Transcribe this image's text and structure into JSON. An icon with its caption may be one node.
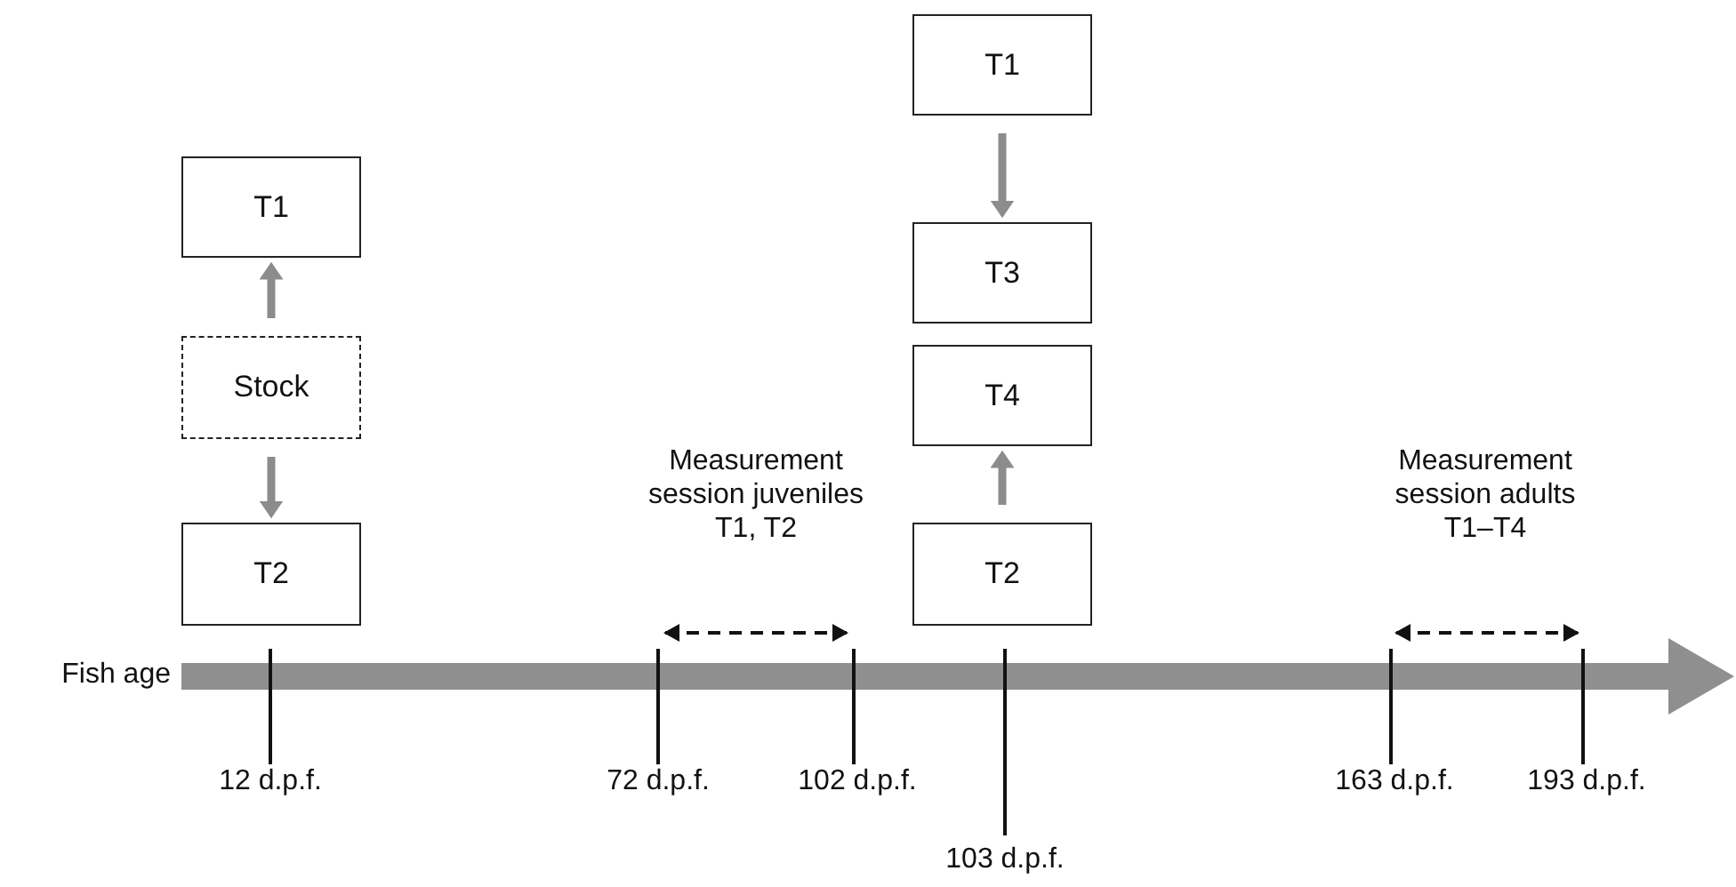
{
  "diagram": {
    "nodes": [
      {
        "text": [
          "T1"
        ]
      },
      {
        "text": [
          "Stock"
        ]
      },
      {
        "text": [
          "T2"
        ]
      },
      {
        "text": [
          "T1"
        ]
      },
      {
        "text": [
          "T3"
        ]
      },
      {
        "text": [
          "T4"
        ]
      },
      {
        "text": [
          "T2"
        ]
      }
    ],
    "edges": [
      {
        "from": 1,
        "to": 0,
        "arrow": "to"
      },
      {
        "from": 1,
        "to": 2,
        "arrow": "to"
      },
      {
        "from": 3,
        "to": 4,
        "arrow": "to"
      },
      {
        "from": 6,
        "to": 5,
        "arrow": "to"
      }
    ],
    "labels": [
      "Measurement session juveniles T1, T2",
      "Measurement session adults T1–T4",
      "Fish age",
      "12 d.p.f.",
      "72 d.p.f.",
      "102 d.p.f.",
      "163 d.p.f.",
      "193 d.p.f.",
      "103 d.p.f."
    ]
  }
}
